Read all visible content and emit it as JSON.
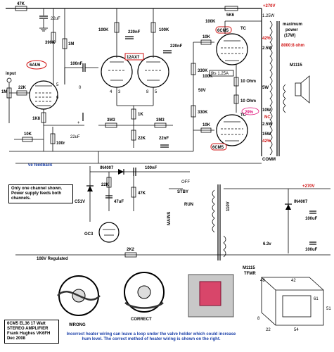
{
  "labels": {
    "r47k_top": "47K",
    "c22uf_top": "22uF",
    "r390k": "390K",
    "r1m_mid": "1M",
    "v_6au6": "6AU6",
    "input": "input",
    "r1m_in": "1M",
    "r22k_in": "22K",
    "r1k8": "1K8",
    "r10k_l": "10K",
    "r100r": "100r",
    "c100nf_6au6": "100nF",
    "r100k_a": "100K",
    "r100k_b": "100K",
    "c220nf_a": "220nF",
    "c220nf_b": "220nF",
    "v_12ax7": "12AX7",
    "r330k_a": "330K",
    "r330k_b": "330K",
    "v50": "50V",
    "r3m3_a": "3M3",
    "r3m3_b": "3M3",
    "r1k_mid": "1K",
    "c22uf_mid": "22uF",
    "r22k_mid": "22K",
    "c22nf": "22nF",
    "r5k6": "5K6",
    "r10k_top": "10K",
    "r10k_bot": "10K",
    "r100k_g1": "100K",
    "r100k_g2": "100K",
    "v_6cm5_top": "6CM5",
    "v_6cm5_bot": "6CM5",
    "tc_top": "TC",
    "tc_bot": "TC",
    "r10ohm_a": "10 Ohm",
    "r10ohm_b": "10 Ohm",
    "fuse": "fits 1.25A",
    "pct_42_top": "42%",
    "pct_29": "29%",
    "pct_42_bot": "42%",
    "b_plus": "+270V",
    "w125": "1.25W",
    "w25_a": "2.5W",
    "w5": "5W",
    "w10": "10W",
    "nc": "NC",
    "w25_b": "2.5W",
    "w15": "15W",
    "comm": "COMM",
    "max_power_1": "maximum",
    "max_power_2": "power",
    "max_power_3": "(17W)",
    "impedance": "8000:8 ohm",
    "transformer": "M1115",
    "feedback": "ve feedback",
    "diode1": "IN4007",
    "c100nf_ps": "100nF",
    "r22k_ps": "22K",
    "r47k_ps": "47K",
    "c47uf": "47uF",
    "zener": "C51V",
    "oc3": "OC3",
    "r2k2": "2K2",
    "v108": "108V Regulated",
    "note": "Only one channel shown. Power supply feeds both channels.",
    "stby": "STBY",
    "off": "OFF",
    "run": "RUN",
    "mains": "MAINS",
    "v110": "110V",
    "v63": "6.3v",
    "b_plus_ps": "+270V",
    "diode2": "IN4007",
    "c100uf_a": "100uF",
    "c100uf_b": "100uF",
    "wrong": "WRONG",
    "correct": "CORRECT",
    "caption": "Incorrect heater wiring can leave a loop under the valve holder which could increase hum level. The correct method of heater wiring is shown on the right.",
    "title_1": "6CM5 EL36 17 Watt",
    "title_2": "STEREO AMPLIFIER",
    "title_3": "Frank Hughes VK6FH",
    "title_4": "Dec 2008",
    "tfmr_1": "M1115",
    "tfmr_2": "TFMR",
    "dim_48": "48",
    "dim_42": "42",
    "dim_51": "51",
    "dim_61": "61",
    "dim_54": "54",
    "dim_22": "22",
    "dim_8": "8"
  }
}
